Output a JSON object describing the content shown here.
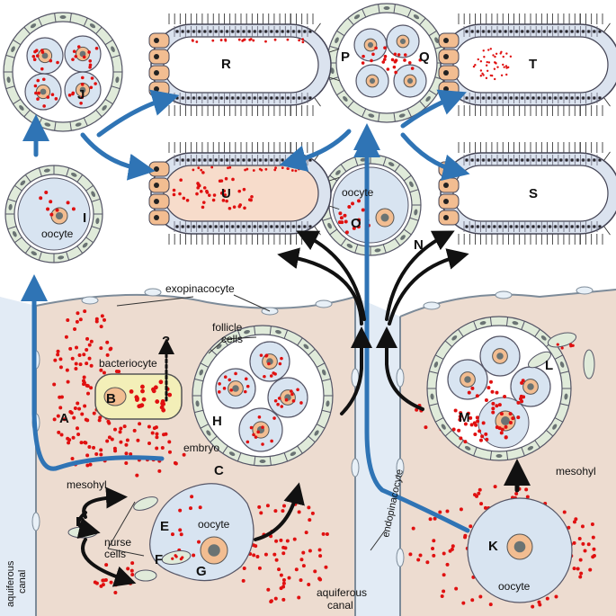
{
  "diagram": {
    "letters": {
      "A": "A",
      "B": "B",
      "C": "C",
      "D": "D",
      "E": "E",
      "F": "F",
      "G": "G",
      "H": "H",
      "I": "I",
      "J": "J",
      "K": "K",
      "L": "L",
      "M": "M",
      "N": "N",
      "O": "O",
      "P": "P",
      "Q": "Q",
      "R": "R",
      "S": "S",
      "T": "T",
      "U": "U"
    },
    "text": {
      "oocyte": "oocyte",
      "exopinacocyte": "exopinacocyte",
      "follicle": "follicle",
      "cells": "cells",
      "bacteriocyte": "bacteriocyte",
      "question": "?",
      "embryo": "embryo",
      "mesohyl": "mesohyl",
      "nurse": "nurse",
      "endopinacocyte": "endopinacocyte",
      "aquiferous": "aquiferous",
      "canal": "canal"
    },
    "colors": {
      "mesohyl": "#eddcd0",
      "canal": "#e2ebf5",
      "cell": "#d8e4f1",
      "follicle": "#e0ebda",
      "nucleus": "#f2bd91",
      "nucleolus": "#6a7373",
      "dot": "#e01010",
      "blue_arrow": "#2f74b5",
      "black_arrow": "#111111",
      "bacteriocyte_fill": "#f3efb8"
    }
  }
}
